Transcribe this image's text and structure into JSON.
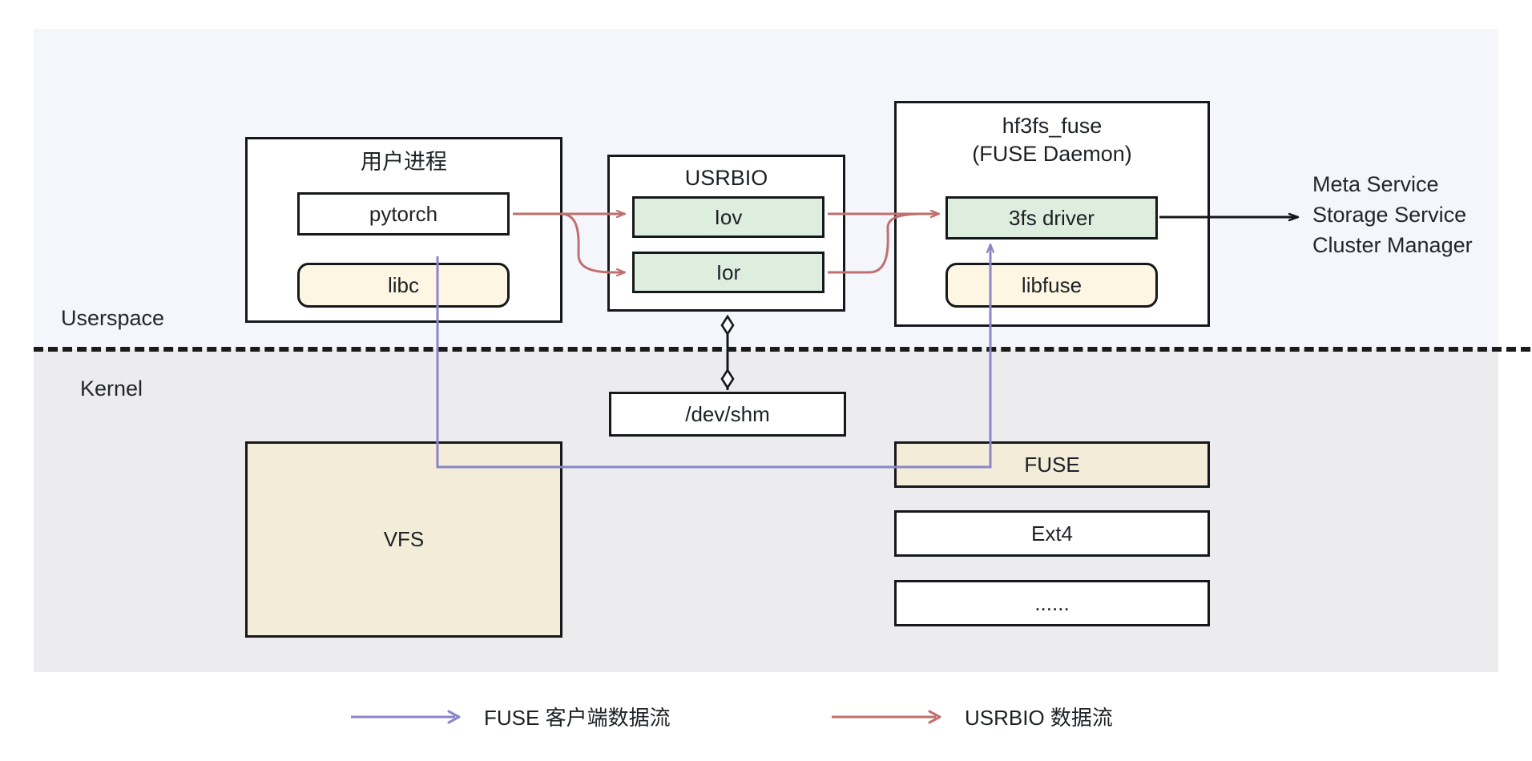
{
  "zones": {
    "userspace_label": "Userspace",
    "kernel_label": "Kernel"
  },
  "userspace": {
    "user_process": {
      "title": "用户进程",
      "children": [
        {
          "label": "pytorch",
          "style": "white"
        },
        {
          "label": "libc",
          "style": "cream-round"
        }
      ]
    },
    "usrbio": {
      "title": "USRBIO",
      "children": [
        {
          "label": "Iov",
          "style": "green"
        },
        {
          "label": "Ior",
          "style": "green"
        }
      ]
    },
    "hf3fs_fuse": {
      "title": "hf3fs_fuse\n(FUSE Daemon)",
      "title_line1": "hf3fs_fuse",
      "title_line2": "(FUSE Daemon)",
      "children": [
        {
          "label": "3fs driver",
          "style": "green"
        },
        {
          "label": "libfuse",
          "style": "cream-round"
        }
      ]
    },
    "services": {
      "lines": [
        "Meta Service",
        "Storage Service",
        "Cluster Manager"
      ],
      "text": "Meta Service\nStorage Service\nCluster Manager"
    }
  },
  "kernel": {
    "shm": {
      "label": "/dev/shm"
    },
    "vfs": {
      "label": "VFS"
    },
    "fs_stack": [
      {
        "label": "FUSE",
        "style": "cream"
      },
      {
        "label": "Ext4",
        "style": "white"
      },
      {
        "label": "......",
        "style": "white"
      }
    ]
  },
  "legend": [
    {
      "label": "FUSE 客户端数据流",
      "color": "#8a86c8"
    },
    {
      "label": "USRBIO 数据流",
      "color": "#c0706e"
    }
  ],
  "colors": {
    "fuse_flow": "#8a86c8",
    "usrbio_flow": "#c0706e",
    "green_fill": "#ddeede",
    "cream_fill": "#fdf6e3",
    "vfs_fill": "#f2ecd9",
    "userspace_bg": "#f4f6fb",
    "kernel_bg": "#ececee",
    "stroke": "#16181c"
  }
}
